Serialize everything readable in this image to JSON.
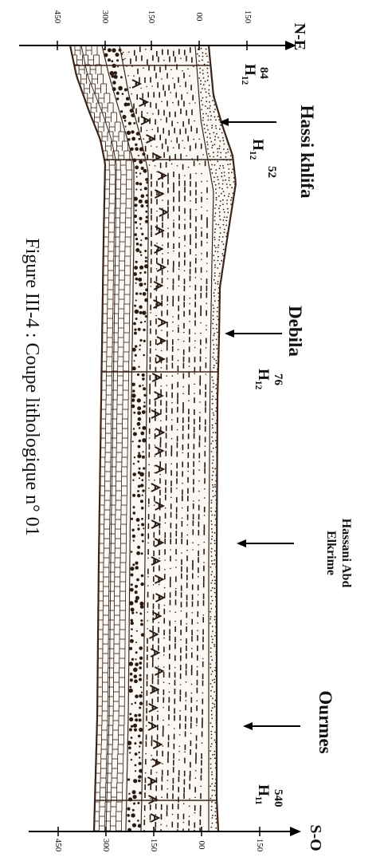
{
  "figure": {
    "caption": "Figure III-4 : Coupe lithologique n° 01",
    "ends": {
      "north": "N-E",
      "south": "S-O"
    },
    "depth_scale_ticks": [
      "150",
      "00",
      "150",
      "300",
      "450"
    ],
    "wells": [
      {
        "code": "H",
        "index": "12",
        "number": "84"
      },
      {
        "code": "H",
        "index": "12",
        "number": "52"
      },
      {
        "code": "H",
        "index": "12",
        "number": "76"
      },
      {
        "code": "H",
        "index": "11",
        "number": "540"
      }
    ],
    "localities": [
      {
        "name": "Hassi khlifa"
      },
      {
        "name": "Debila"
      },
      {
        "name": "Hassani Abd Elkrime"
      },
      {
        "name": "Ourmes"
      }
    ]
  },
  "colors": {
    "ink": "#2a1a14",
    "frame": "#3a2418",
    "paper": "#ffffff"
  }
}
